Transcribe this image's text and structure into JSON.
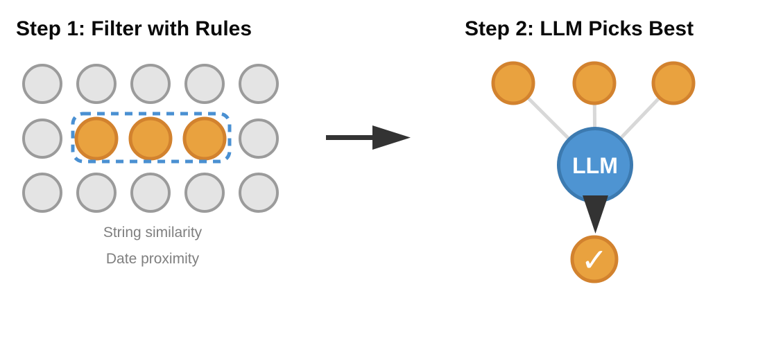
{
  "step1": {
    "title": "Step 1: Filter with Rules",
    "caption_line1": "String similarity",
    "caption_line2": "Date proximity",
    "grid": {
      "rows": 3,
      "cols": 5,
      "selected": [
        [
          1,
          1
        ],
        [
          1,
          2
        ],
        [
          1,
          3
        ]
      ]
    }
  },
  "arrow": {
    "direction": "right"
  },
  "step2": {
    "title": "Step 2: LLM Picks Best",
    "candidates": 3,
    "llm_label": "LLM",
    "check_glyph": "✓"
  },
  "colors": {
    "gray_fill": "#e4e4e4",
    "gray_stroke": "#9b9b9b",
    "orange_fill": "#e9a23f",
    "orange_stroke": "#d2822e",
    "blue_fill": "#4e94d2",
    "blue_stroke": "#3c7ab0",
    "selection_dash": "#4a90d2",
    "connector": "#d8d8d8",
    "arrow": "#333333",
    "caption_text": "#7f7f7f",
    "title_text": "#0a0a0a"
  }
}
